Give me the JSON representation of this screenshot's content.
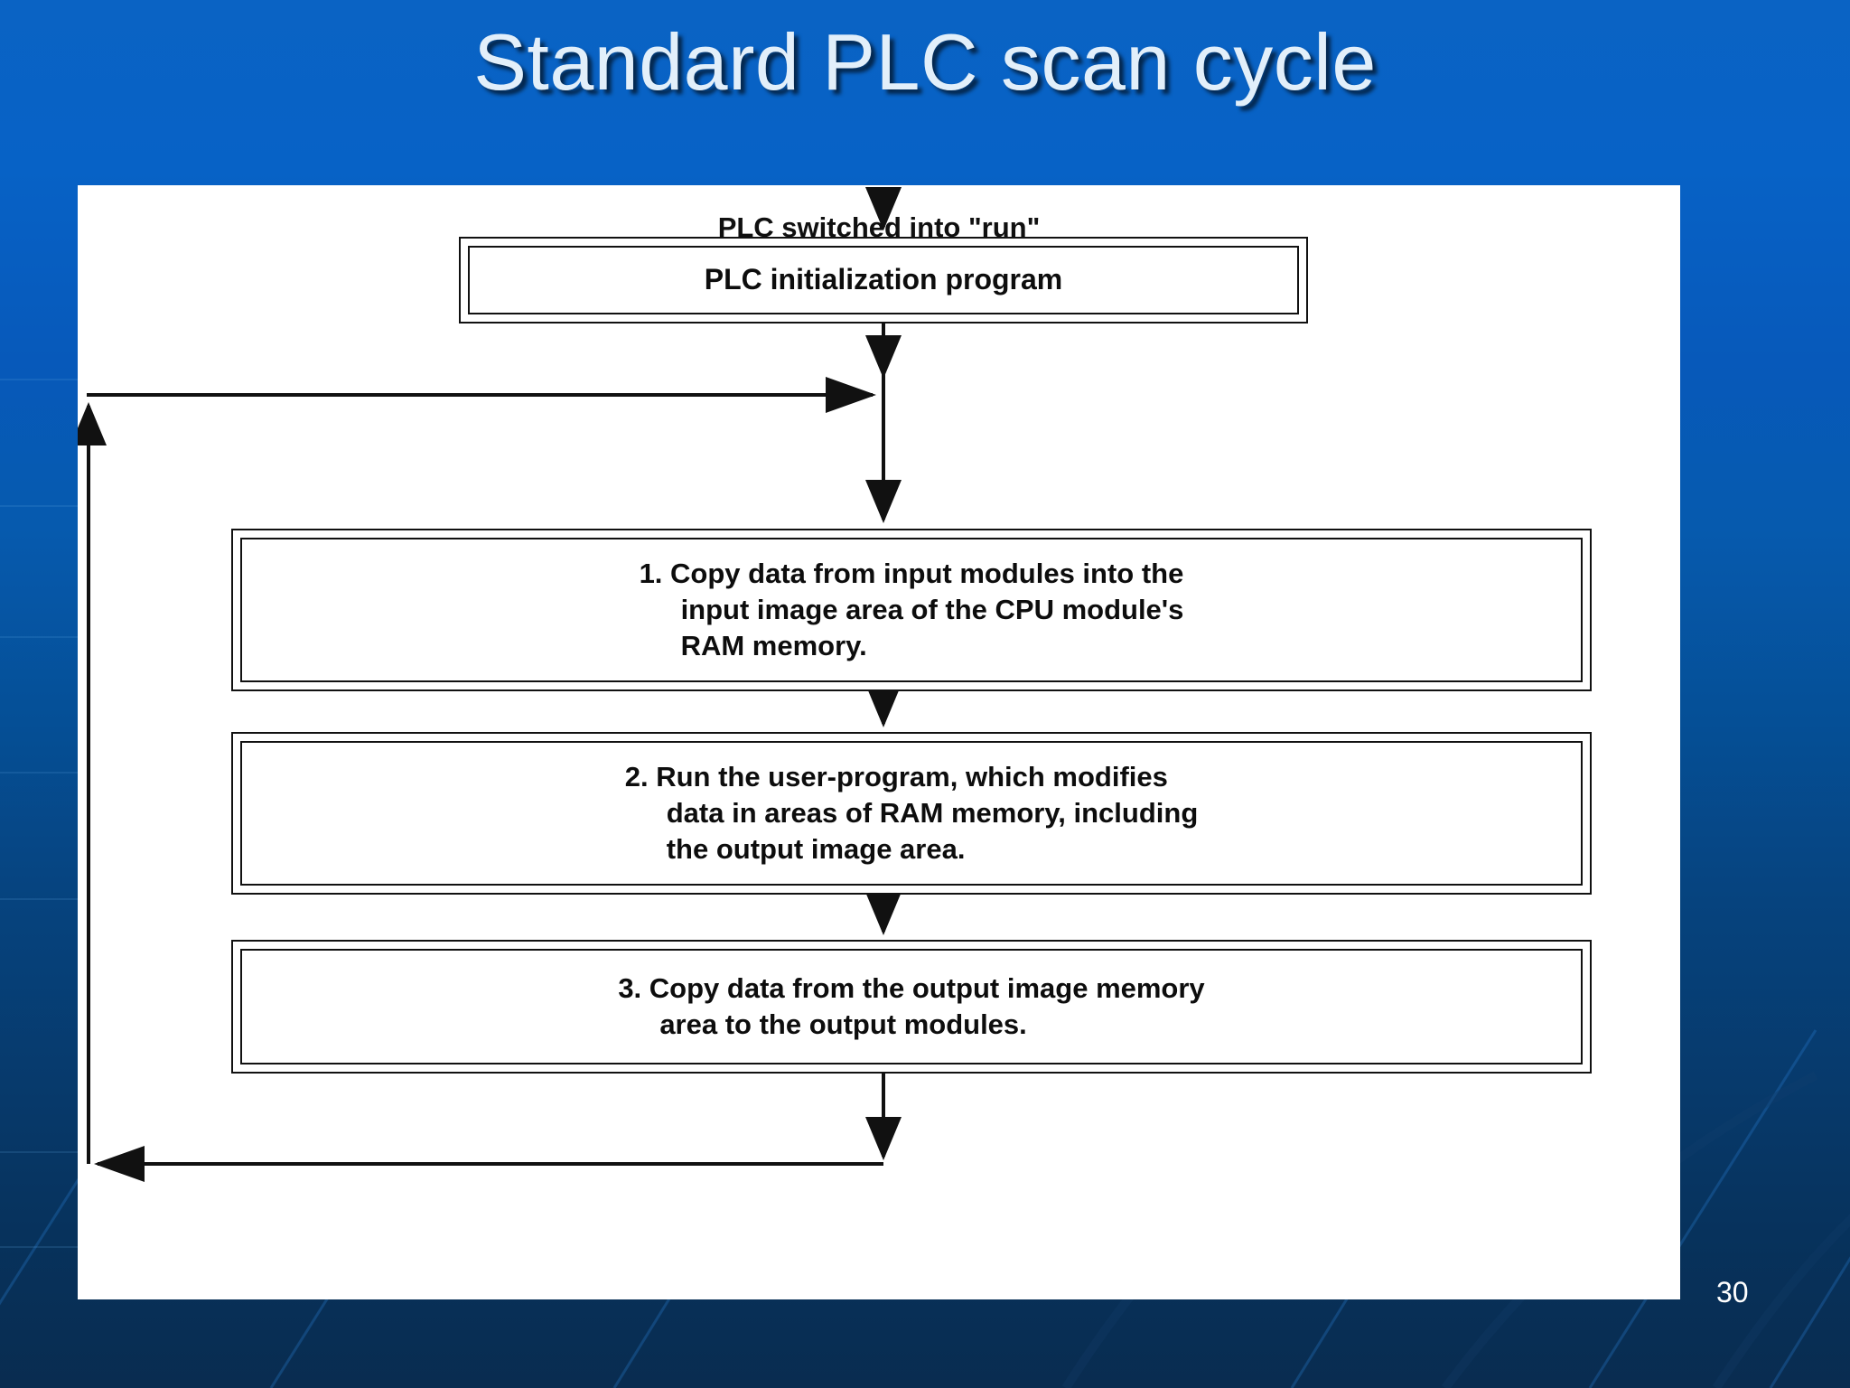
{
  "slide": {
    "title": "Standard PLC scan cycle",
    "page_number": "30",
    "background_top_color": "#0a63c4",
    "background_bottom_color": "#092c50",
    "title_color": "#e2effa",
    "panel_color": "#ffffff"
  },
  "diagram": {
    "type": "flowchart",
    "entry_caption": "PLC switched into \"run\"",
    "boxes": [
      {
        "id": "init",
        "label": "PLC initialization program"
      },
      {
        "id": "step1",
        "number": "1.",
        "label": "1.  Copy data from input modules into the\ninput image area of the CPU module's\nRAM memory."
      },
      {
        "id": "step2",
        "number": "2.",
        "label": "2.  Run the user-program, which modifies\ndata in areas of RAM memory, including\nthe output image area."
      },
      {
        "id": "step3",
        "number": "3.",
        "label": "3.  Copy data from the output image memory\narea to the output modules."
      }
    ],
    "connectors": [
      {
        "from": "entry-caption",
        "to": "init",
        "style": "arrow-down"
      },
      {
        "from": "init",
        "to": "step1",
        "style": "arrow-down"
      },
      {
        "from": "loop-return",
        "to": "trunk",
        "style": "arrow-right"
      },
      {
        "from": "step1",
        "to": "step2",
        "style": "arrow-down"
      },
      {
        "from": "step2",
        "to": "step3",
        "style": "arrow-down"
      },
      {
        "from": "step3",
        "to": "loop-bottom",
        "style": "arrow-down"
      },
      {
        "from": "loop-bottom",
        "to": "loop-left",
        "style": "arrow-left"
      },
      {
        "from": "loop-left",
        "to": "loop-top",
        "style": "arrow-up"
      }
    ],
    "line_color": "#111111"
  }
}
